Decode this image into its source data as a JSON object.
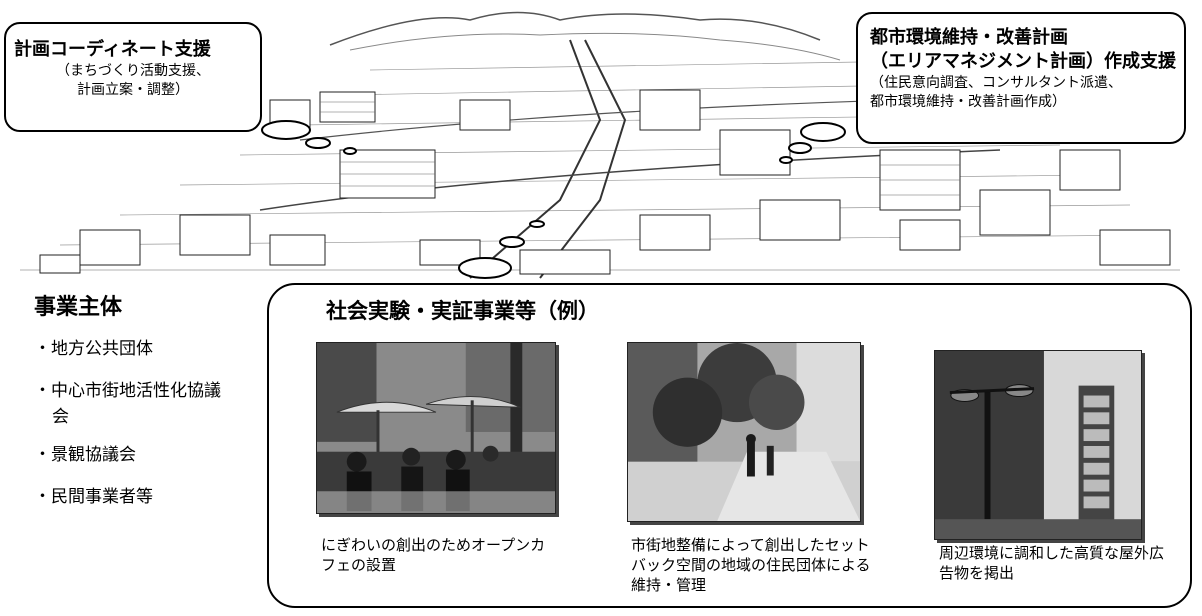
{
  "callouts": {
    "left": {
      "title": "計画コーディネート支援",
      "sub1": "（まちづくり活動支援、",
      "sub2": "計画立案・調整）"
    },
    "right": {
      "title1": "都市環境維持・改善計画",
      "title2": "（エリアマネジメント計画）作成支援",
      "sub1": "（住民意向調査、コンサルタント派遣、",
      "sub2": "都市環境維持・改善計画作成）"
    }
  },
  "entities": {
    "heading": "事業主体",
    "items": [
      "・地方公共団体",
      "・中心市街地活性化協議会",
      "・景観協議会",
      "・民間事業者等"
    ]
  },
  "examples": {
    "heading": "社会実験・実証事業等（例）",
    "captions": [
      "にぎわいの創出のためオープンカフェの設置",
      "市街地整備によって創出したセットバック空間の地域の住民団体による維持・管理",
      "周辺環境に調和した高質な屋外広告物を掲出"
    ]
  }
}
